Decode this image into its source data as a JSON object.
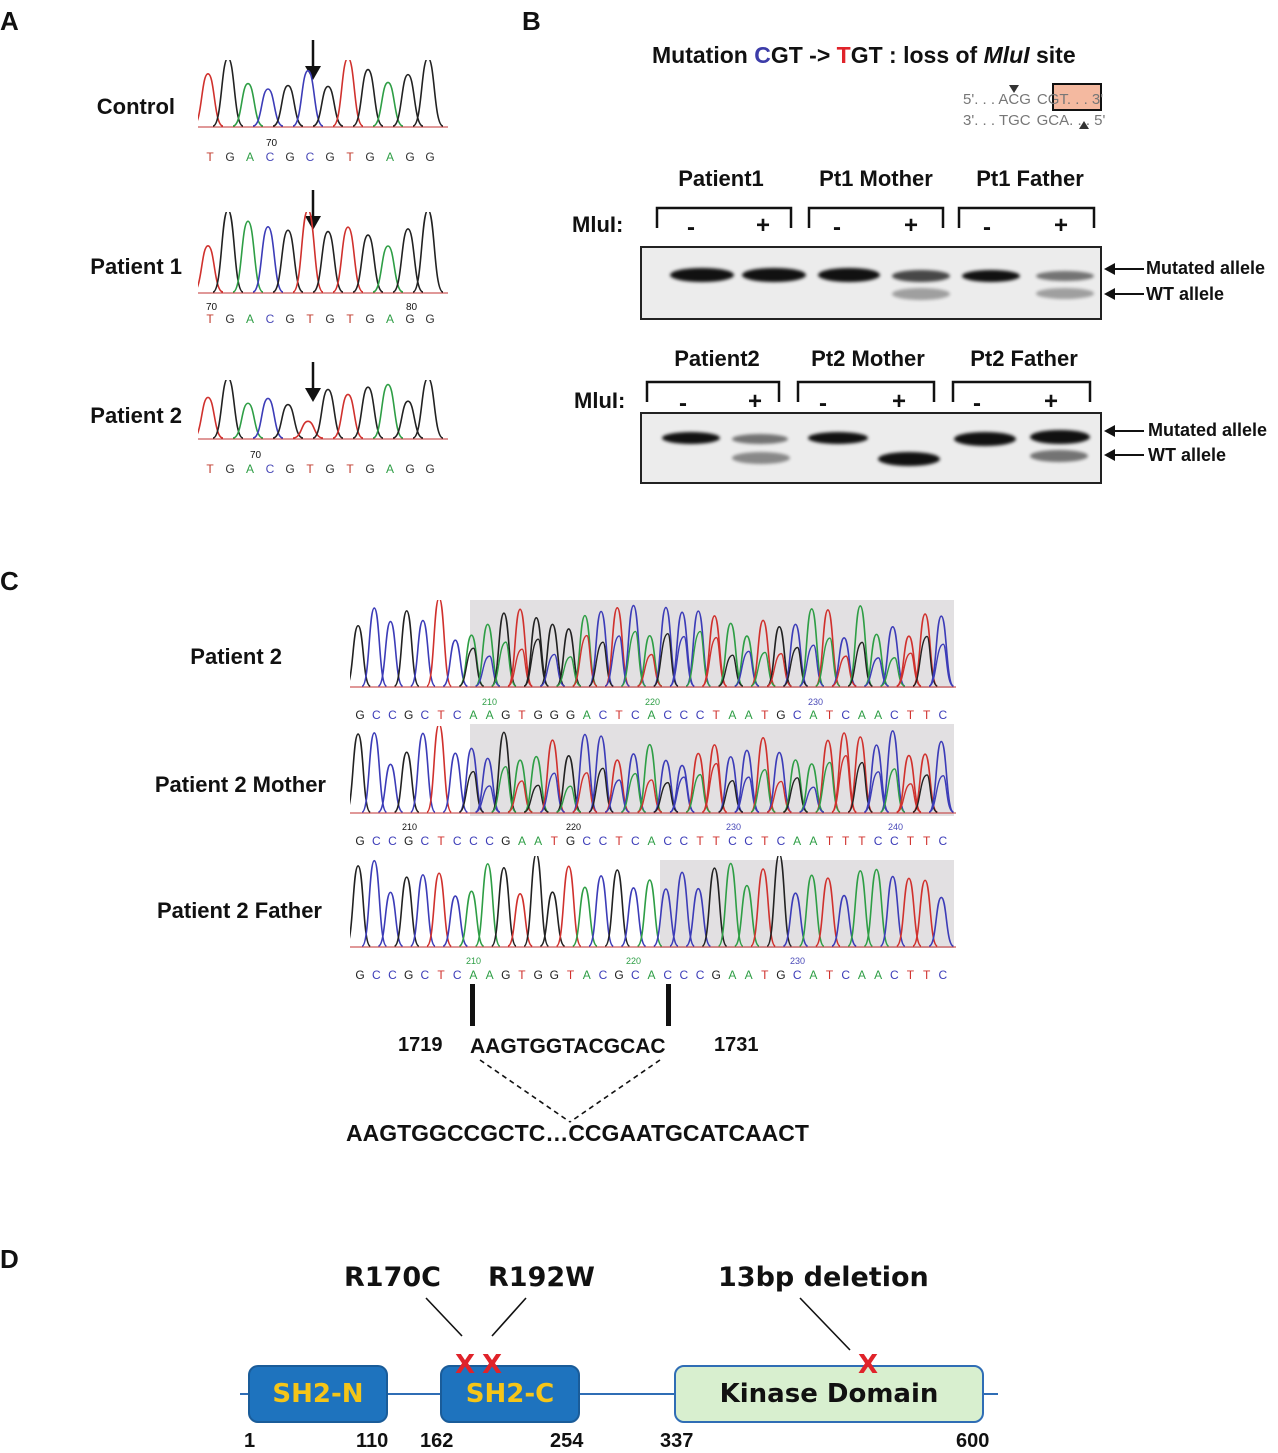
{
  "panels": {
    "a": {
      "letter": "A",
      "rows": [
        {
          "label": "Control",
          "seq": [
            "T",
            "G",
            "A",
            "C",
            "G",
            "C",
            "G",
            "T",
            "G",
            "A",
            "G",
            "G"
          ],
          "colors": [
            "#c0392b",
            "#333",
            "#2e9e45",
            "#4a4ab8",
            "#333",
            "#4a4ab8",
            "#333",
            "#c0392b",
            "#333",
            "#2e9e45",
            "#333",
            "#333"
          ],
          "ticks": [
            {
              "text": "70",
              "color": "#4a4ab8"
            }
          ]
        },
        {
          "label": "Patient 1",
          "seq": [
            "T",
            "G",
            "A",
            "C",
            "G",
            "T",
            "G",
            "T",
            "G",
            "A",
            "G",
            "G"
          ],
          "colors": [
            "#c0392b",
            "#333",
            "#2e9e45",
            "#4a4ab8",
            "#333",
            "#c0392b",
            "#333",
            "#c0392b",
            "#333",
            "#2e9e45",
            "#333",
            "#333"
          ],
          "ticks": [
            {
              "text": "70",
              "color": "#c0392b"
            },
            {
              "text": "80",
              "color": "#333"
            }
          ]
        },
        {
          "label": "Patient 2",
          "seq": [
            "T",
            "G",
            "A",
            "C",
            "G",
            "T",
            "G",
            "T",
            "G",
            "A",
            "G",
            "G"
          ],
          "colors": [
            "#c0392b",
            "#333",
            "#2e9e45",
            "#4a4ab8",
            "#333",
            "#c0392b",
            "#333",
            "#c0392b",
            "#333",
            "#2e9e45",
            "#333",
            "#333"
          ],
          "ticks": [
            {
              "text": "70",
              "color": "#2e9e45"
            }
          ]
        }
      ]
    },
    "b": {
      "letter": "B",
      "title_pre": "Mutation ",
      "title_c": "C",
      "title_mid": "GT -> ",
      "title_t": "T",
      "title_post": "GT : loss of ",
      "title_enzyme": "MluI",
      "title_end": " site",
      "colors": {
        "c": "#3c3ca8",
        "t": "#e0232a",
        "box": "#f4b9a0"
      },
      "site_top": [
        "5'. . . A",
        "C",
        "G",
        "C",
        "G",
        "T",
        ". . . 3'"
      ],
      "site_bottom": [
        "3'. . . T",
        "G",
        "C",
        "G",
        "C",
        "A",
        ". . . 5'"
      ],
      "enzyme_label": "MluI:",
      "minus": "-",
      "plus": "+",
      "top_groups": [
        "Patient1",
        "Pt1 Mother",
        "Pt1 Father"
      ],
      "bottom_groups": [
        "Patient2",
        "Pt2 Mother",
        "Pt2 Father"
      ],
      "mutated_allele": "Mutated allele",
      "wt_allele": "WT allele"
    },
    "c": {
      "letter": "C",
      "rows": [
        {
          "label": "Patient 2",
          "seq": [
            "G",
            "C",
            "C",
            "G",
            "C",
            "T",
            "C",
            "A",
            "A",
            "G",
            "T",
            "G",
            "G",
            "G",
            "A",
            "C",
            "T",
            "C",
            "A",
            "C",
            "C",
            "C",
            "T",
            "A",
            "A",
            "T",
            "G",
            "C",
            "A",
            "T",
            "C",
            "A",
            "A",
            "C",
            "T",
            "T",
            "C"
          ],
          "ticks": [
            "210",
            "220",
            "230"
          ]
        },
        {
          "label": "Patient 2 Mother",
          "seq": [
            "G",
            "C",
            "C",
            "G",
            "C",
            "T",
            "C",
            "C",
            "C",
            "G",
            "A",
            "A",
            "T",
            "G",
            "C",
            "C",
            "T",
            "C",
            "A",
            "C",
            "C",
            "T",
            "T",
            "C",
            "C",
            "T",
            "C",
            "A",
            "A",
            "T",
            "T",
            "T",
            "C",
            "C",
            "T",
            "T",
            "C"
          ],
          "ticks": [
            "210",
            "220",
            "230",
            "240"
          ]
        },
        {
          "label": "Patient 2 Father",
          "seq": [
            "G",
            "C",
            "C",
            "G",
            "C",
            "T",
            "C",
            "A",
            "A",
            "G",
            "T",
            "G",
            "G",
            "T",
            "A",
            "C",
            "G",
            "C",
            "A",
            "C",
            "C",
            "C",
            "G",
            "A",
            "A",
            "T",
            "G",
            "C",
            "A",
            "T",
            "C",
            "A",
            "A",
            "C",
            "T",
            "T",
            "C"
          ],
          "ticks": [
            "210",
            "220",
            "230"
          ]
        }
      ],
      "pos_start": "1719",
      "pos_end": "1731",
      "deleted_seq": "AAGTGGTACGCAC",
      "result_seq": "AAGTGGCCGCTC…CCGAATGCATCAACT"
    },
    "d": {
      "letter": "D",
      "mut1": "R170C",
      "mut2": "R192W",
      "mut3": "13bp deletion",
      "x": "X",
      "domains": [
        {
          "name": "SH2-N",
          "fill": "#1e73be",
          "text": "#f5c518",
          "border": "#1a5c99"
        },
        {
          "name": "SH2-C",
          "fill": "#1e73be",
          "text": "#f5c518",
          "border": "#1a5c99"
        },
        {
          "name": "Kinase Domain",
          "fill": "#d8efcf",
          "text": "#111111",
          "border": "#2f6db5"
        }
      ],
      "positions": [
        "1",
        "110",
        "162",
        "254",
        "337",
        "600"
      ]
    }
  }
}
